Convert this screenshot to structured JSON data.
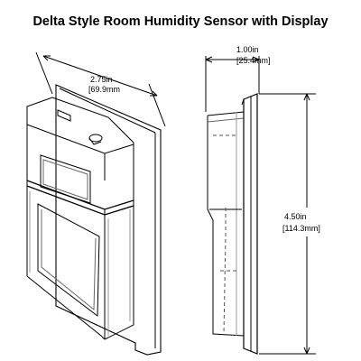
{
  "title": "Delta Style Room Humidity Sensor with Display",
  "dimensions": {
    "width_in": "2.75in",
    "width_mm": "[69.9mm",
    "depth_in": "1.00in",
    "depth_mm": "[25.4mm]",
    "height_in": "4.50in",
    "height_mm": "[114.3mm]"
  }
}
